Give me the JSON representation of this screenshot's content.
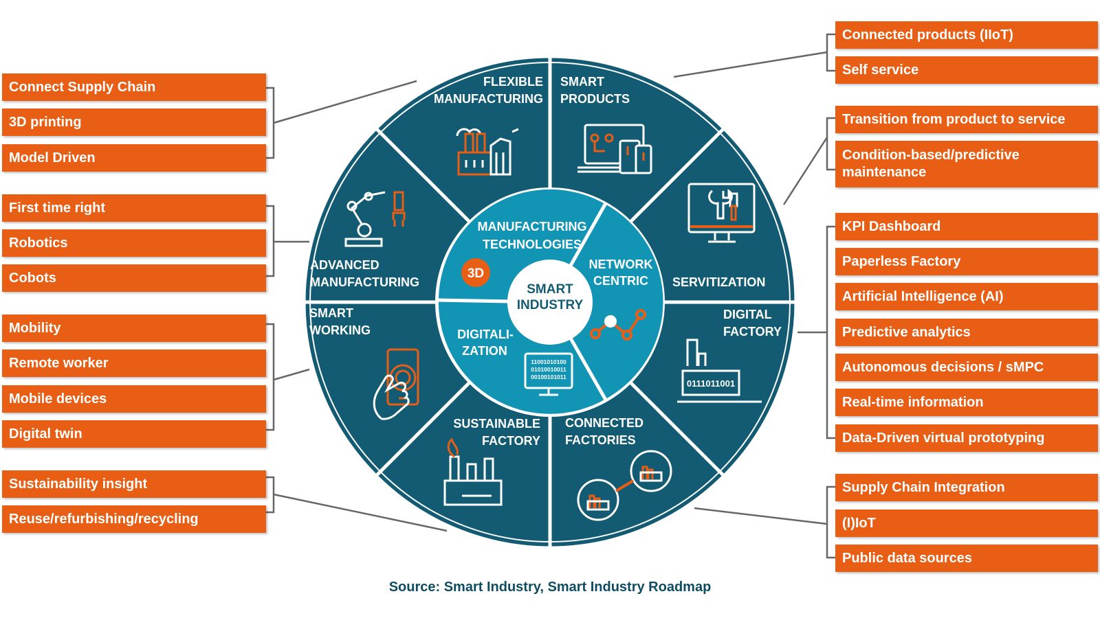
{
  "colors": {
    "dark_teal": "#135b73",
    "light_teal": "#1294b4",
    "orange": "#e85e14",
    "source_text": "#0f4c62",
    "connector": "#666666"
  },
  "center": {
    "line1": "SMART",
    "line2": "INDUSTRY"
  },
  "inner_segments": {
    "manufacturing": {
      "line1": "MANUFACTURING",
      "line2": "TECHNOLOGIES",
      "badge": "3D"
    },
    "network": {
      "line1": "NETWORK",
      "line2": "CENTRIC"
    },
    "digitalization": {
      "line1": "DIGITALI-",
      "line2": "ZATION",
      "binary": [
        "11001010100",
        "01010010011",
        "00100101011"
      ]
    }
  },
  "outer_segments": {
    "flexible": {
      "line1": "FLEXIBLE",
      "line2": "MANUFACTURING",
      "icon": "factory-icon"
    },
    "smart_products": {
      "line1": "SMART",
      "line2": "PRODUCTS",
      "icon": "devices-icon"
    },
    "servitization": {
      "line1": "SERVITIZATION",
      "icon": "monitor-tools-icon"
    },
    "digital_factory": {
      "line1": "DIGITAL",
      "line2": "FACTORY",
      "binary": "0111011001",
      "icon": "digital-factory-icon"
    },
    "connected": {
      "line1": "CONNECTED",
      "line2": "FACTORIES",
      "icon": "connected-factories-icon"
    },
    "sustainable": {
      "line1": "SUSTAINABLE",
      "line2": "FACTORY",
      "icon": "green-factory-icon"
    },
    "smart_working": {
      "line1": "SMART",
      "line2": "WORKING",
      "icon": "touch-phone-icon"
    },
    "advanced": {
      "line1": "ADVANCED",
      "line2": "MANUFACTURING",
      "icon": "robot-arm-icon"
    }
  },
  "left_tags": [
    "Connect Supply Chain",
    "3D printing",
    "Model Driven",
    "First time right",
    "Robotics",
    "Cobots",
    "Mobility",
    "Remote worker",
    "Mobile devices",
    "Digital twin",
    "Sustainability insight",
    "Reuse/refurbishing/recycling"
  ],
  "right_tags": [
    "Connected products (IIoT)",
    "Self service",
    "Transition from product to service",
    "Condition-based/predictive maintenance",
    "KPI Dashboard",
    "Paperless Factory",
    "Artificial Intelligence (AI)",
    "Predictive analytics",
    "Autonomous decisions / sMPC",
    "Real-time information",
    "Data-Driven virtual prototyping",
    "Supply Chain Integration",
    "(I)IoT",
    "Public data sources"
  ],
  "source": "Source: Smart Industry, Smart Industry Roadmap"
}
